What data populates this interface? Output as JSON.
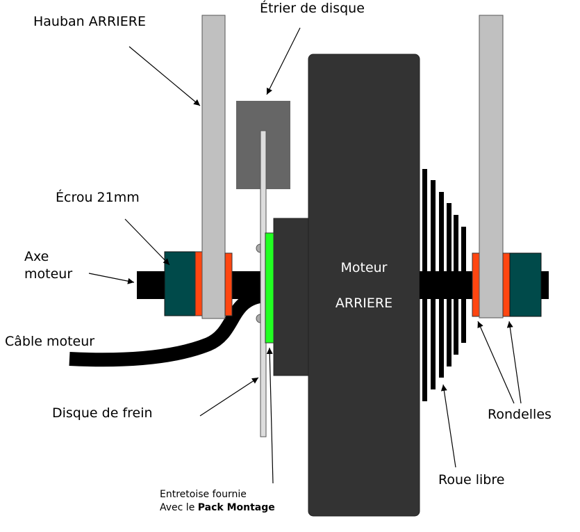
{
  "labels": {
    "hauban": "Hauban ARRIERE",
    "etrier": "Étrier de disque",
    "ecrou": "Écrou 21mm",
    "axe_line1": "Axe",
    "axe_line2": "moteur",
    "cable": "Câble moteur",
    "disque": "Disque de frein",
    "moteur_line1": "Moteur",
    "moteur_line2": "ARRIERE",
    "rondelles": "Rondelles",
    "roue_libre": "Roue libre",
    "entretoise_line1": "Entretoise fournie",
    "entretoise_prefix": "Avec le ",
    "entretoise_bold": "Pack Montage"
  },
  "colors": {
    "stay": "#c0c0c0",
    "nut": "#004a4a",
    "washer": "#ff4611",
    "spacer": "#22ff22",
    "motor": "#333333",
    "caliper": "#666666"
  }
}
